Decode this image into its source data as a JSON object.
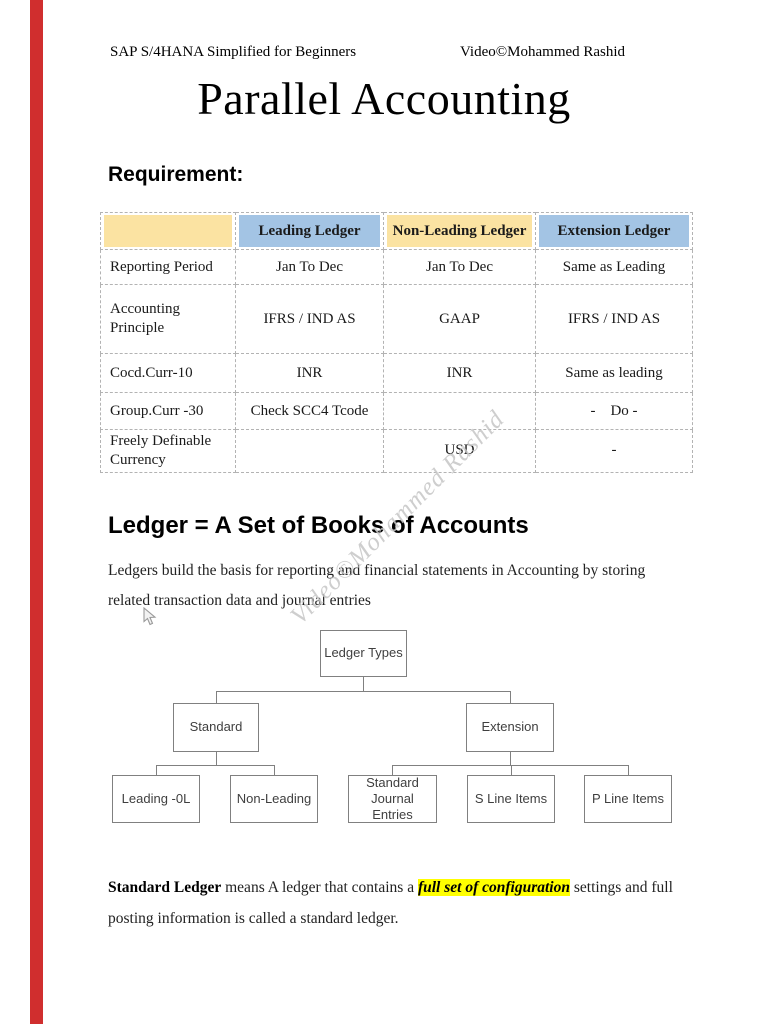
{
  "page": {
    "header_left": "SAP S/4HANA Simplified for Beginners",
    "header_right": "Video©Mohammed Rashid",
    "title": "Parallel Accounting",
    "watermark": "Video©Mohammed Rashid",
    "accent_bar_color": "#d02e2e"
  },
  "requirement": {
    "heading": "Requirement:",
    "table": {
      "columns": [
        "",
        "Leading Ledger",
        "Non-Leading Ledger",
        "Extension Ledger"
      ],
      "header_colors": [
        "#fbe3a2",
        "#a3c4e4",
        "#fbe3a2",
        "#a3c4e4"
      ],
      "rows": [
        [
          "Reporting Period",
          "Jan To Dec",
          "Jan To Dec",
          "Same as Leading"
        ],
        [
          "Accounting Principle",
          "IFRS / IND AS",
          "GAAP",
          "IFRS / IND AS"
        ],
        [
          "Cocd.Curr-10",
          "INR",
          "INR",
          "Same as leading"
        ],
        [
          "Group.Curr -30",
          "Check SCC4 Tcode",
          "",
          "-    Do -"
        ],
        [
          "Freely Definable Currency",
          "",
          "USD",
          "-"
        ]
      ]
    }
  },
  "ledger_section": {
    "heading": "Ledger = A Set of Books of Accounts",
    "paragraph": "Ledgers build the basis for reporting and financial statements in Accounting by storing related transaction data and journal entries",
    "diagram": {
      "root": "Ledger Types",
      "level2": [
        "Standard",
        "Extension"
      ],
      "standard_children": [
        "Leading -0L",
        "Non-Leading"
      ],
      "extension_children": [
        "Standard Journal Entries",
        "S Line Items",
        "P Line Items"
      ]
    }
  },
  "footer_paragraph": {
    "bold_lead": "Standard Ledger",
    "text_1": " means A ledger that contains a ",
    "highlight": "full set of configuration",
    "text_2": " settings and full posting information is called a standard ledger.",
    "highlight_color": "#ffff00"
  }
}
